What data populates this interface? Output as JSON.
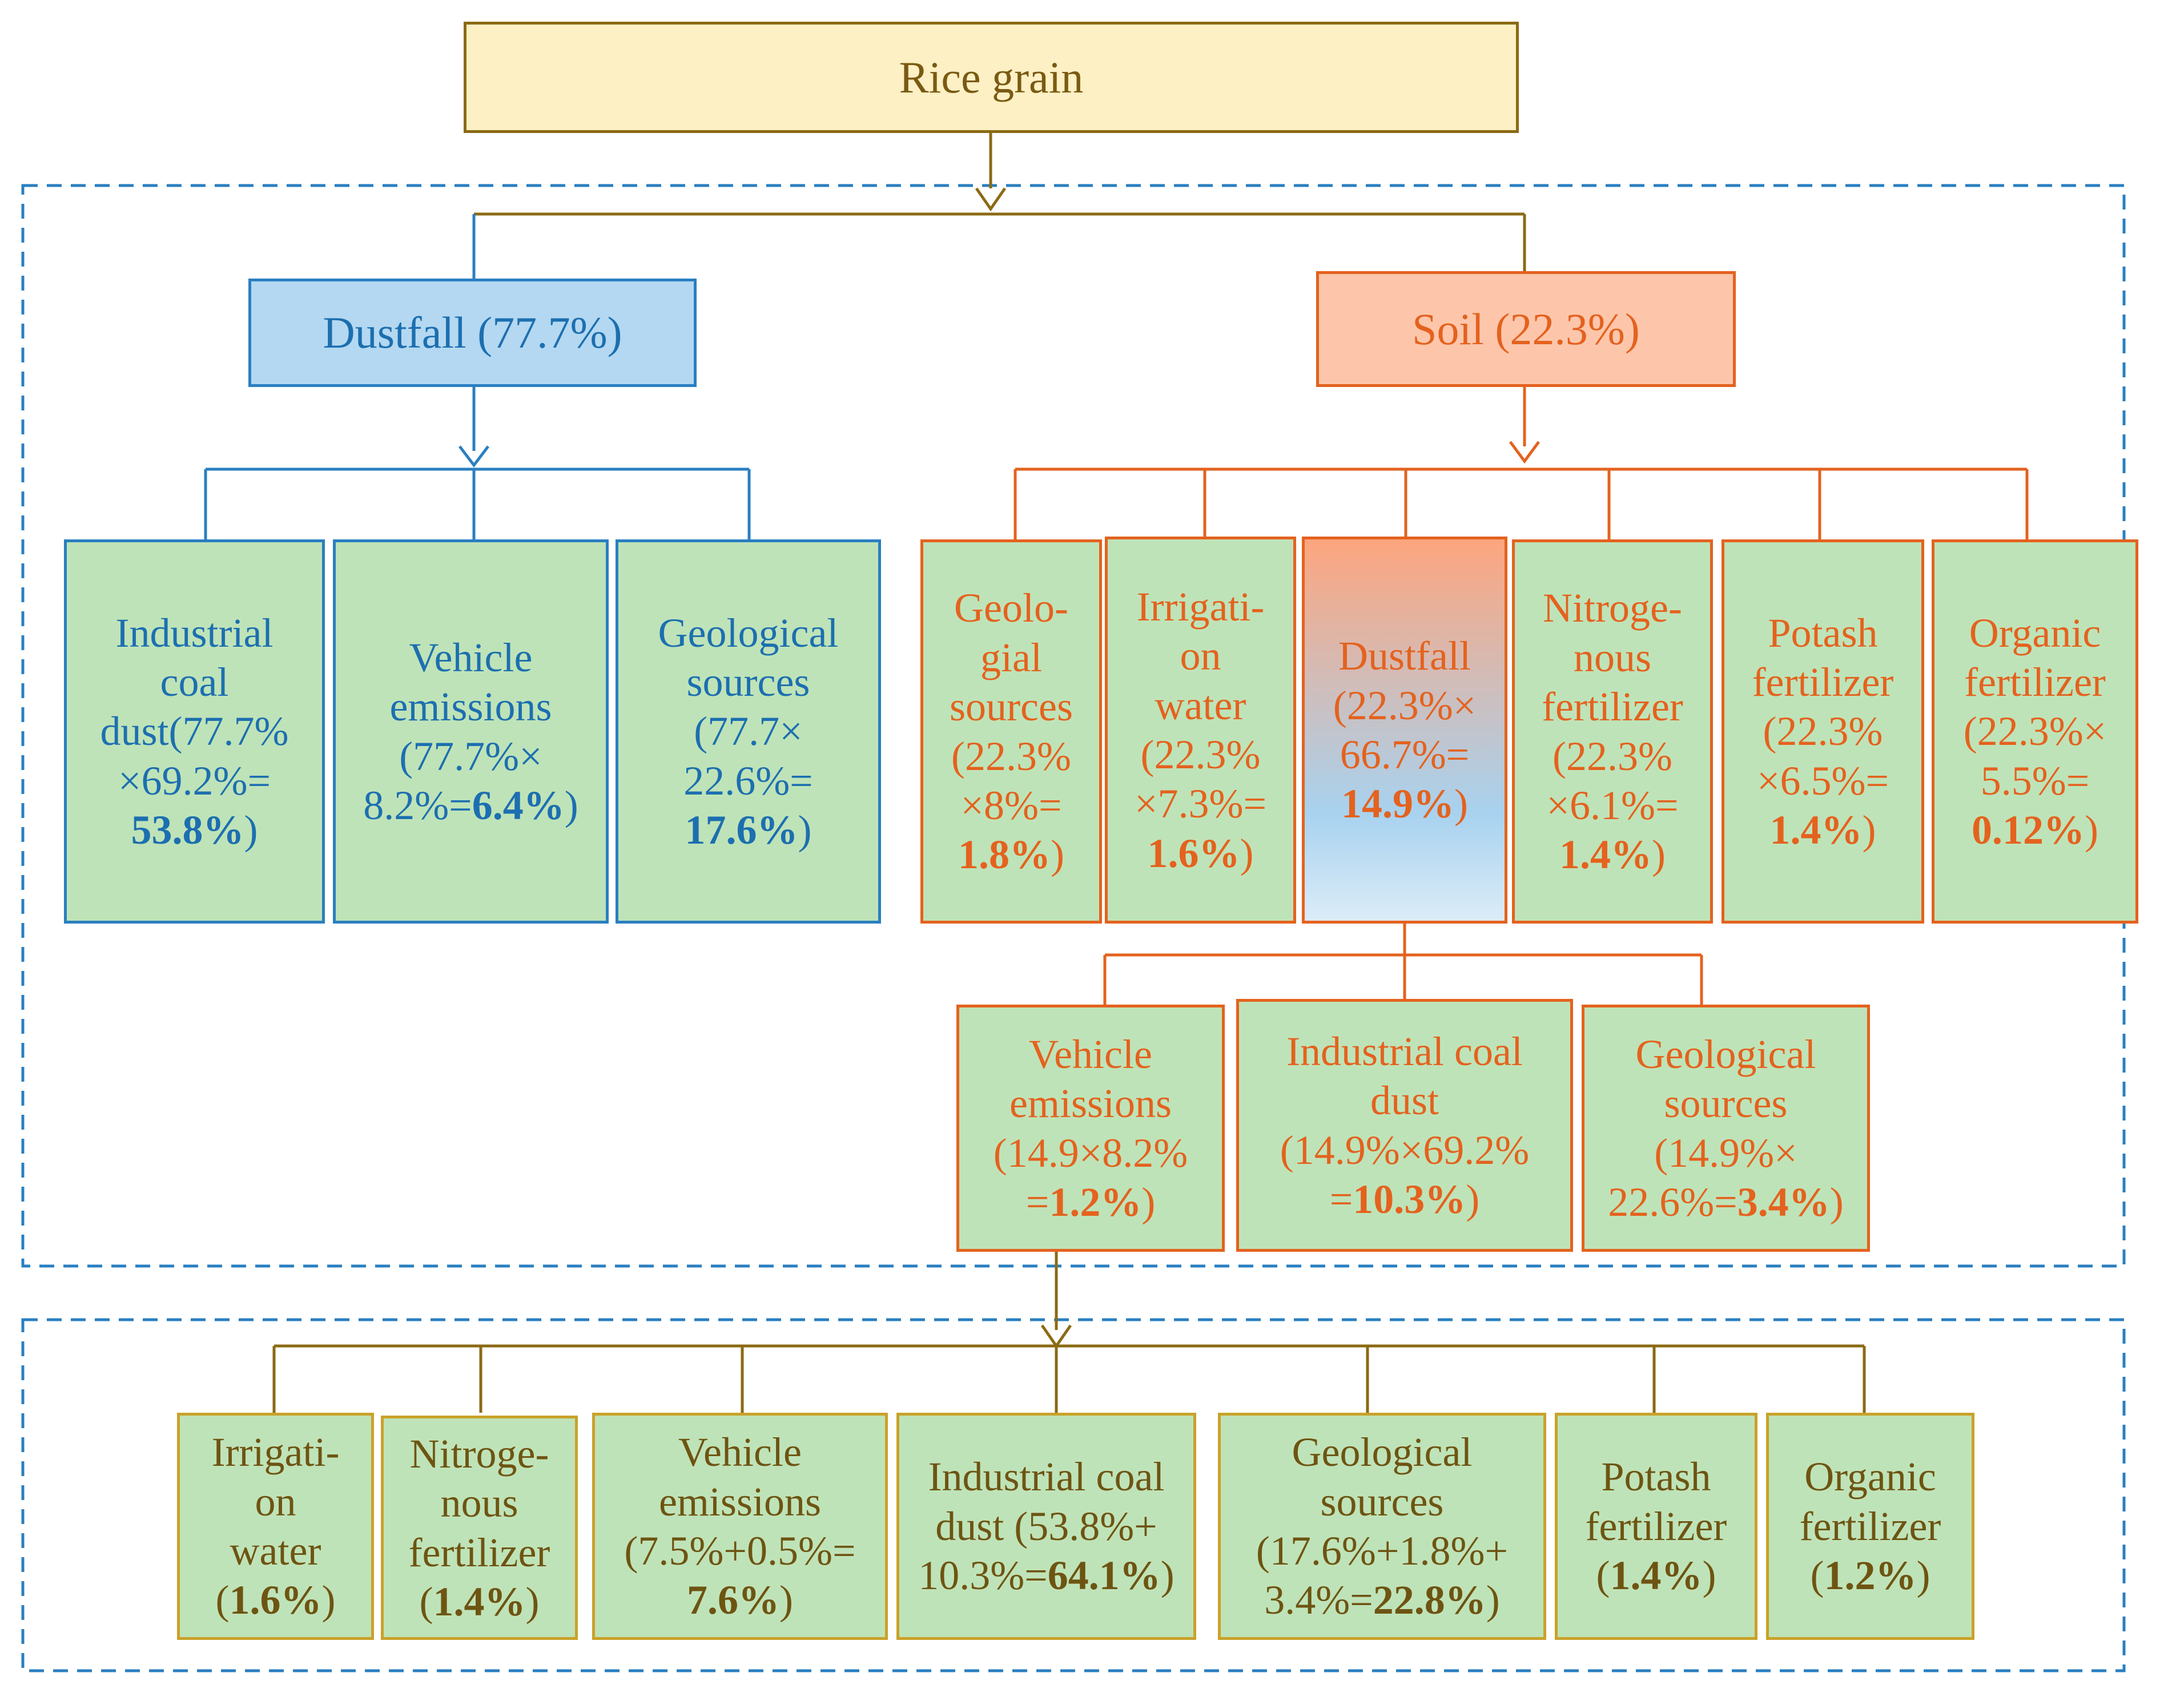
{
  "root": {
    "label": "Rice grain"
  },
  "dustfall": {
    "label": "Dustfall (77.7%)",
    "sources": [
      {
        "text": "Industrial\ncoal\ndust(77.7%\n×69.2%=\n",
        "bold": "53.8%",
        "after": ")"
      },
      {
        "text": "Vehicle\nemissions\n(77.7%×\n8.2%=",
        "bold": "6.4%",
        "after": ")"
      },
      {
        "text": "Geological\nsources\n(77.7×\n22.6%=\n",
        "bold": "17.6%",
        "after": ")"
      }
    ]
  },
  "soil": {
    "label": "Soil (22.3%)",
    "sources": [
      {
        "text": "Geolo-\ngial\nsources\n(22.3%\n×8%=\n",
        "bold": "1.8%",
        "after": ")"
      },
      {
        "text": "Irrigati-\non\nwater\n(22.3%\n×7.3%=\n",
        "bold": "1.6%",
        "after": ")"
      },
      {
        "text": "Dustfall\n(22.3%×\n66.7%=\n",
        "bold": "14.9%",
        "after": ")"
      },
      {
        "text": "Nitroge-\nnous\nfertilizer\n(22.3%\n×6.1%=\n",
        "bold": "1.4%",
        "after": ")"
      },
      {
        "text": "Potash\nfertilizer\n(22.3%\n×6.5%=\n",
        "bold": "1.4%",
        "after": ")"
      },
      {
        "text": "Organic\nfertilizer\n(22.3%×\n5.5%=\n",
        "bold": "0.12%",
        "after": ")"
      }
    ],
    "dustfall_sources": [
      {
        "text": "Vehicle\nemissions\n(14.9×8.2%\n=",
        "bold": "1.2%",
        "after": ")"
      },
      {
        "text": "Industrial coal\ndust\n(14.9%×69.2%\n=",
        "bold": "10.3%",
        "after": ")"
      },
      {
        "text": "Geological\nsources\n(14.9%×\n22.6%=",
        "bold": "3.4%",
        "after": ")"
      }
    ]
  },
  "totals": [
    {
      "text": "Irrigati-\non\nwater\n(",
      "bold": "1.6%",
      "after": ")"
    },
    {
      "text": "Nitroge-\nnous\nfertilizer\n(",
      "bold": "1.4%",
      "after": ")"
    },
    {
      "text": "Vehicle\nemissions\n(7.5%+0.5%=\n",
      "bold": "7.6%",
      "after": ")"
    },
    {
      "text": "Industrial coal\ndust (53.8%+\n10.3%=",
      "bold": "64.1%",
      "after": ")"
    },
    {
      "text": "Geological\nsources\n(17.6%+1.8%+\n3.4%=",
      "bold": "22.8%",
      "after": ")"
    },
    {
      "text": "Potash\nfertilizer\n(",
      "bold": "1.4%",
      "after": ")"
    },
    {
      "text": "Organic\nfertilizer\n(",
      "bold": "1.2%",
      "after": ")"
    }
  ],
  "colors": {
    "brown": "#8b6a14",
    "blue": "#2a7fc1",
    "orange": "#e4621e",
    "gold": "#c9a22a",
    "leaf_fill": "#bfe3b8"
  }
}
